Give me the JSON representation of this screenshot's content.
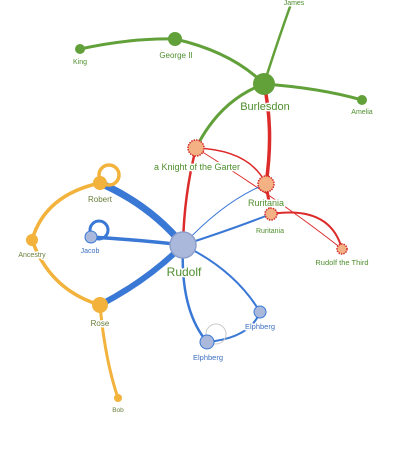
{
  "colors": {
    "green": "#62a03a",
    "red": "#dd2a2a",
    "blue": "#3a78d6",
    "orange": "#f2b23c",
    "rudolf_fill": "#aab8db",
    "rudolf_stroke": "#8e9fcc",
    "red_node_fill": "#f4b183",
    "red_node_stroke": "#d12a2a"
  },
  "nodes": {
    "james": {
      "label": "James"
    },
    "king": {
      "label": "King"
    },
    "george": {
      "label": "George II"
    },
    "burlesdon": {
      "label": "Burlesdon"
    },
    "amelia": {
      "label": "Amelia"
    },
    "knight": {
      "label": "a Knight of the Garter"
    },
    "ruritania_big": {
      "label": "Ruritania"
    },
    "ruritania_small": {
      "label": "Ruritania"
    },
    "rudolf3": {
      "label": "Rudolf the Third"
    },
    "robert": {
      "label": "Robert"
    },
    "jacob": {
      "label": "Jacob"
    },
    "ancestry": {
      "label": "Ancestry"
    },
    "rudolf": {
      "label": "Rudolf"
    },
    "rose": {
      "label": "Rose"
    },
    "elphberg1": {
      "label": "Elphberg"
    },
    "elphberg2": {
      "label": "Elphberg"
    },
    "bob": {
      "label": "Bob"
    }
  }
}
